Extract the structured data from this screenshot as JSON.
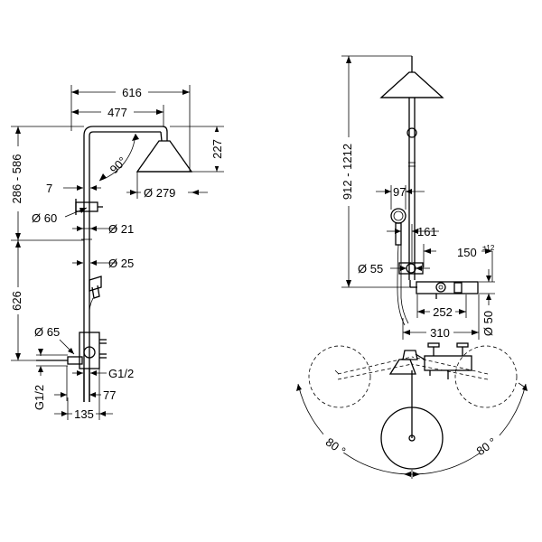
{
  "left_view": {
    "dim_616": "616",
    "dim_477": "477",
    "dim_227": "227",
    "dim_286_586": "286 - 586",
    "dim_90deg": "90°",
    "dim_7": "7",
    "dim_d279": "Ø 279",
    "dim_d60": "Ø 60",
    "dim_d21": "Ø 21",
    "dim_d25": "Ø 25",
    "dim_626": "626",
    "dim_d65": "Ø 65",
    "dim_g12_right": "G1/2",
    "dim_g12_left": "G1/2",
    "dim_77": "77",
    "dim_135": "135"
  },
  "right_view": {
    "dim_912_1212": "912 - 1212",
    "dim_97": "97",
    "dim_161": "161",
    "dim_150": "150",
    "dim_150_tol": "±12",
    "dim_d55": "Ø 55",
    "dim_252": "252",
    "dim_d50": "Ø 50",
    "dim_310": "310",
    "dim_80_left": "80 °",
    "dim_80_right": "80 °"
  }
}
